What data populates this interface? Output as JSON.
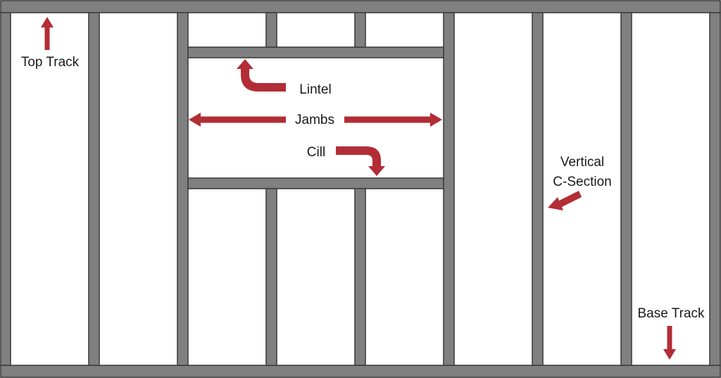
{
  "colors": {
    "background": "#ffffff",
    "member_fill": "#808080",
    "member_outline": "#3f3f3f",
    "arrow": "#b22d36",
    "text": "#1a1a1a"
  },
  "labels": {
    "top_track": "Top Track",
    "lintel": "Lintel",
    "jambs": "Jambs",
    "cill": "Cill",
    "vertical_line1": "Vertical",
    "vertical_line2": "C-Section",
    "base_track": "Base Track"
  }
}
